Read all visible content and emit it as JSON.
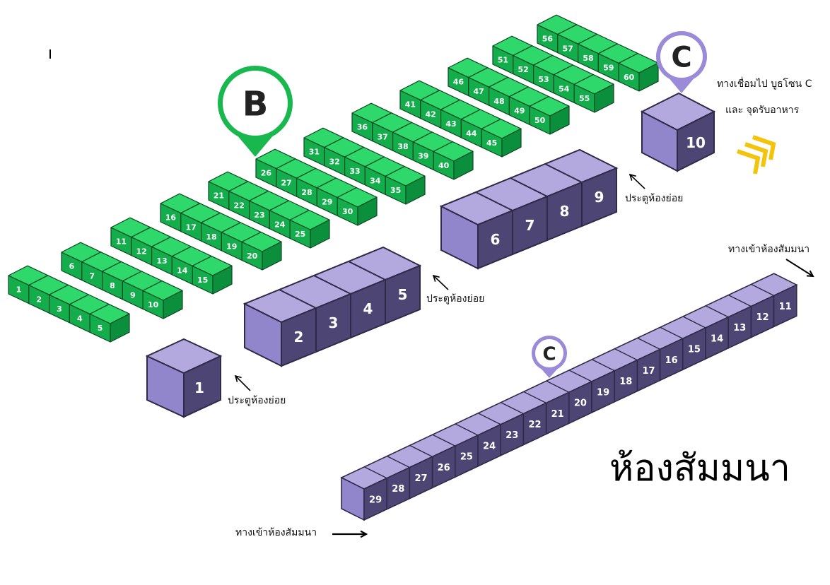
{
  "colors": {
    "green_top": "#2ed86a",
    "green_front": "#13ad4c",
    "green_side": "#0c8f3c",
    "green_stroke": "#0d4a24",
    "purple_top": "#b4a9df",
    "purple_front": "#9185cb",
    "purple_side": "#4d4675",
    "purple_stroke": "#2e2a48",
    "pin_b": "#19b84f",
    "pin_c": "#9a8ad8",
    "chevron": "#f3c40a"
  },
  "pins": {
    "b_letter": "B",
    "c_letter": "C",
    "c_small_letter": "C"
  },
  "booths_b": [
    "1",
    "2",
    "3",
    "4",
    "5",
    "6",
    "7",
    "8",
    "9",
    "10",
    "11",
    "12",
    "13",
    "14",
    "15",
    "16",
    "17",
    "18",
    "19",
    "20",
    "21",
    "22",
    "23",
    "24",
    "25",
    "26",
    "27",
    "28",
    "29",
    "30",
    "31",
    "32",
    "33",
    "34",
    "35",
    "36",
    "37",
    "38",
    "39",
    "40",
    "41",
    "42",
    "43",
    "44",
    "45",
    "46",
    "47",
    "48",
    "49",
    "50",
    "51",
    "52",
    "53",
    "54",
    "55",
    "56",
    "57",
    "58",
    "59",
    "60"
  ],
  "rooms": [
    "1",
    "2",
    "3",
    "4",
    "5",
    "6",
    "7",
    "8",
    "9",
    "10"
  ],
  "seminar_booths": [
    "11",
    "12",
    "13",
    "14",
    "15",
    "16",
    "17",
    "18",
    "19",
    "20",
    "21",
    "22",
    "23",
    "24",
    "25",
    "26",
    "27",
    "28",
    "29"
  ],
  "labels": {
    "subroom_door_1": "ประตูห้องย่อย",
    "subroom_door_2": "ประตูห้องย่อย",
    "subroom_door_3": "ประตูห้องย่อย",
    "link_line1": "ทางเชื่อมไป บูธโซน C",
    "link_line2": "และ จุดรับอาหาร",
    "seminar_entrance_top": "ทางเข้าห้องสัมมนา",
    "seminar_entrance_bottom": "ทางเข้าห้องสัมมนา",
    "seminar_room": "ห้องสัมมนา"
  }
}
